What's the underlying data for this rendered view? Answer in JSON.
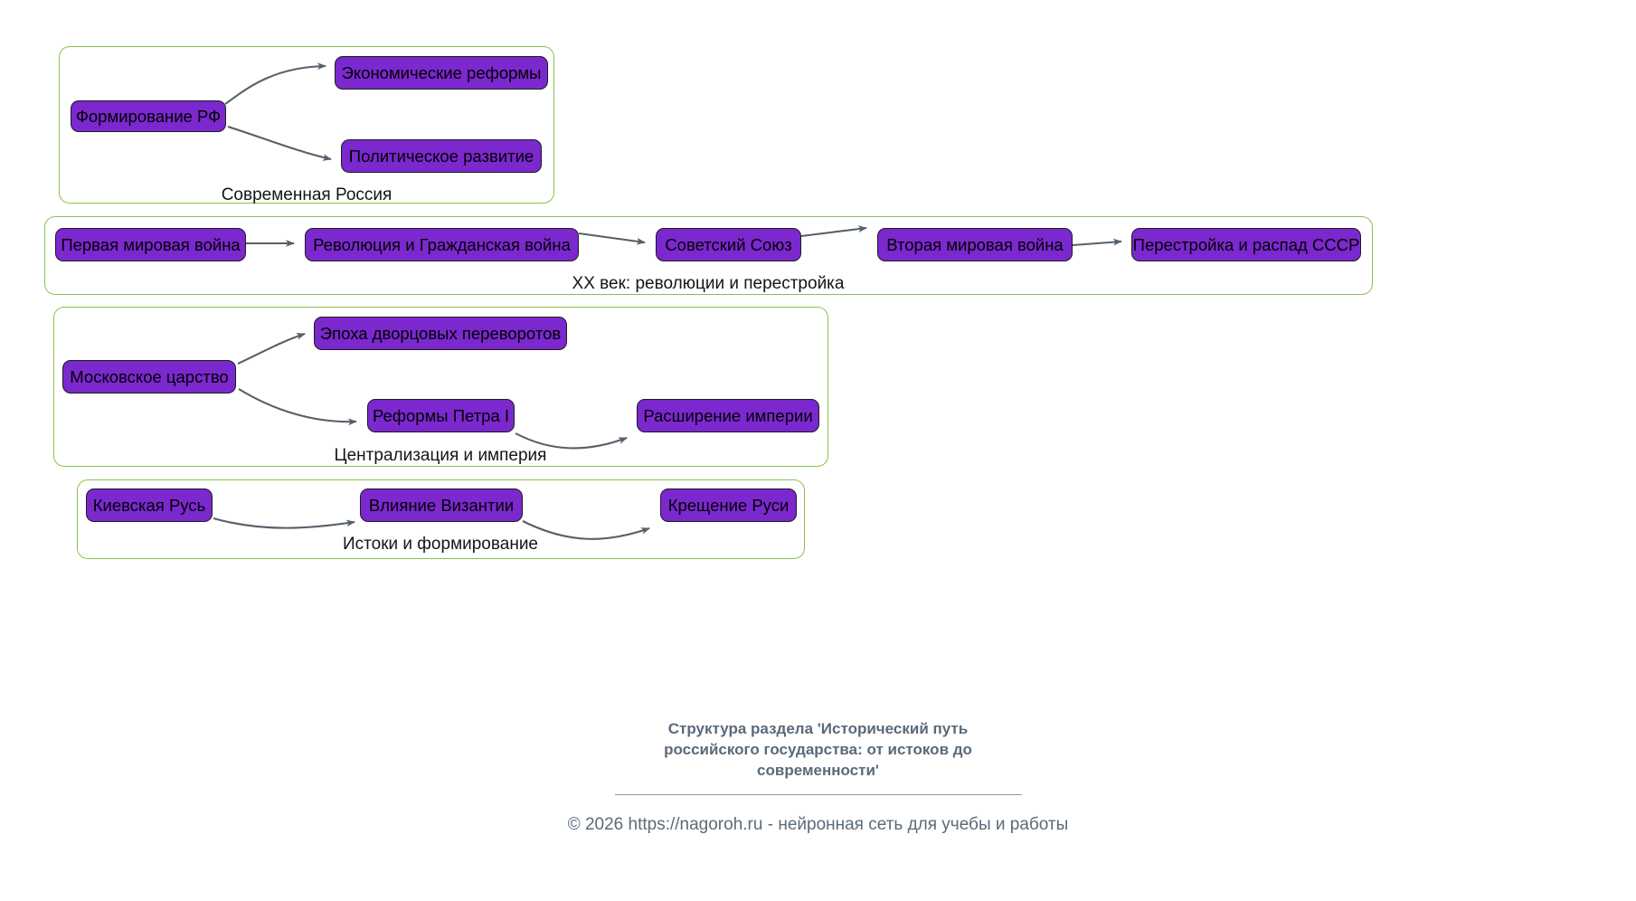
{
  "diagram": {
    "type": "flowchart",
    "orientation": "left-to-right",
    "colors": {
      "node_fill": "#7B28CE",
      "node_stroke": "#1d1d1d",
      "node_text": "#000000",
      "group_stroke": "#8AC249",
      "edge_stroke": "#55606B",
      "footer_text": "#5A6A7A",
      "background": "#ffffff"
    },
    "groups": [
      {
        "id": "modern-russia",
        "label": "Современная Россия",
        "nodes": [
          {
            "id": "formirovanie-rf",
            "label": "Формирование РФ"
          },
          {
            "id": "ekonomicheskie-reformy",
            "label": "Экономические реформы"
          },
          {
            "id": "politicheskoe-razvitie",
            "label": "Политическое развитие"
          }
        ],
        "edges": [
          {
            "from": "formirovanie-rf",
            "to": "ekonomicheskie-reformy"
          },
          {
            "from": "formirovanie-rf",
            "to": "politicheskoe-razvitie"
          }
        ]
      },
      {
        "id": "xx-century",
        "label": "XX век: революции и перестройка",
        "nodes": [
          {
            "id": "pervaya-mirovaya-voyna",
            "label": "Первая мировая война"
          },
          {
            "id": "revolyuciya-i-grazhdanskaya-voyna",
            "label": "Революция и Гражданская война"
          },
          {
            "id": "sovetskiy-soyuz",
            "label": "Советский Союз"
          },
          {
            "id": "vtoraya-mirovaya-voyna",
            "label": "Вторая мировая война"
          },
          {
            "id": "perestroyka-i-raspad-sssr",
            "label": "Перестройка и распад СССР"
          }
        ],
        "edges": [
          {
            "from": "pervaya-mirovaya-voyna",
            "to": "revolyuciya-i-grazhdanskaya-voyna"
          },
          {
            "from": "revolyuciya-i-grazhdanskaya-voyna",
            "to": "sovetskiy-soyuz"
          },
          {
            "from": "sovetskiy-soyuz",
            "to": "vtoraya-mirovaya-voyna"
          },
          {
            "from": "vtoraya-mirovaya-voyna",
            "to": "perestroyka-i-raspad-sssr"
          }
        ]
      },
      {
        "id": "centralization-empire",
        "label": "Централизация и империя",
        "nodes": [
          {
            "id": "moskovskoe-carstvo",
            "label": "Московское царство"
          },
          {
            "id": "epoha-dvorcovyh-perevorotov",
            "label": "Эпоха дворцовых переворотов"
          },
          {
            "id": "reformy-petra-i",
            "label": "Реформы Петра I"
          },
          {
            "id": "rasshirenie-imperii",
            "label": "Расширение империи"
          }
        ],
        "edges": [
          {
            "from": "moskovskoe-carstvo",
            "to": "epoha-dvorcovyh-perevorotov"
          },
          {
            "from": "moskovskoe-carstvo",
            "to": "reformy-petra-i"
          },
          {
            "from": "reformy-petra-i",
            "to": "rasshirenie-imperii"
          }
        ]
      },
      {
        "id": "origins-formation",
        "label": "Истоки и формирование",
        "nodes": [
          {
            "id": "kievskaya-rus",
            "label": "Киевская Русь"
          },
          {
            "id": "vliyanie-vizantii",
            "label": "Влияние Византии"
          },
          {
            "id": "kreshchenie-rusi",
            "label": "Крещение Руси"
          }
        ],
        "edges": [
          {
            "from": "kievskaya-rus",
            "to": "vliyanie-vizantii"
          },
          {
            "from": "vliyanie-vizantii",
            "to": "kreshchenie-rusi"
          }
        ]
      }
    ]
  },
  "footer": {
    "title": "Структура раздела 'Исторический путь российского государства: от истоков до современности'",
    "credit": "© 2026 https://nagoroh.ru - нейронная сеть для учебы и работы"
  }
}
